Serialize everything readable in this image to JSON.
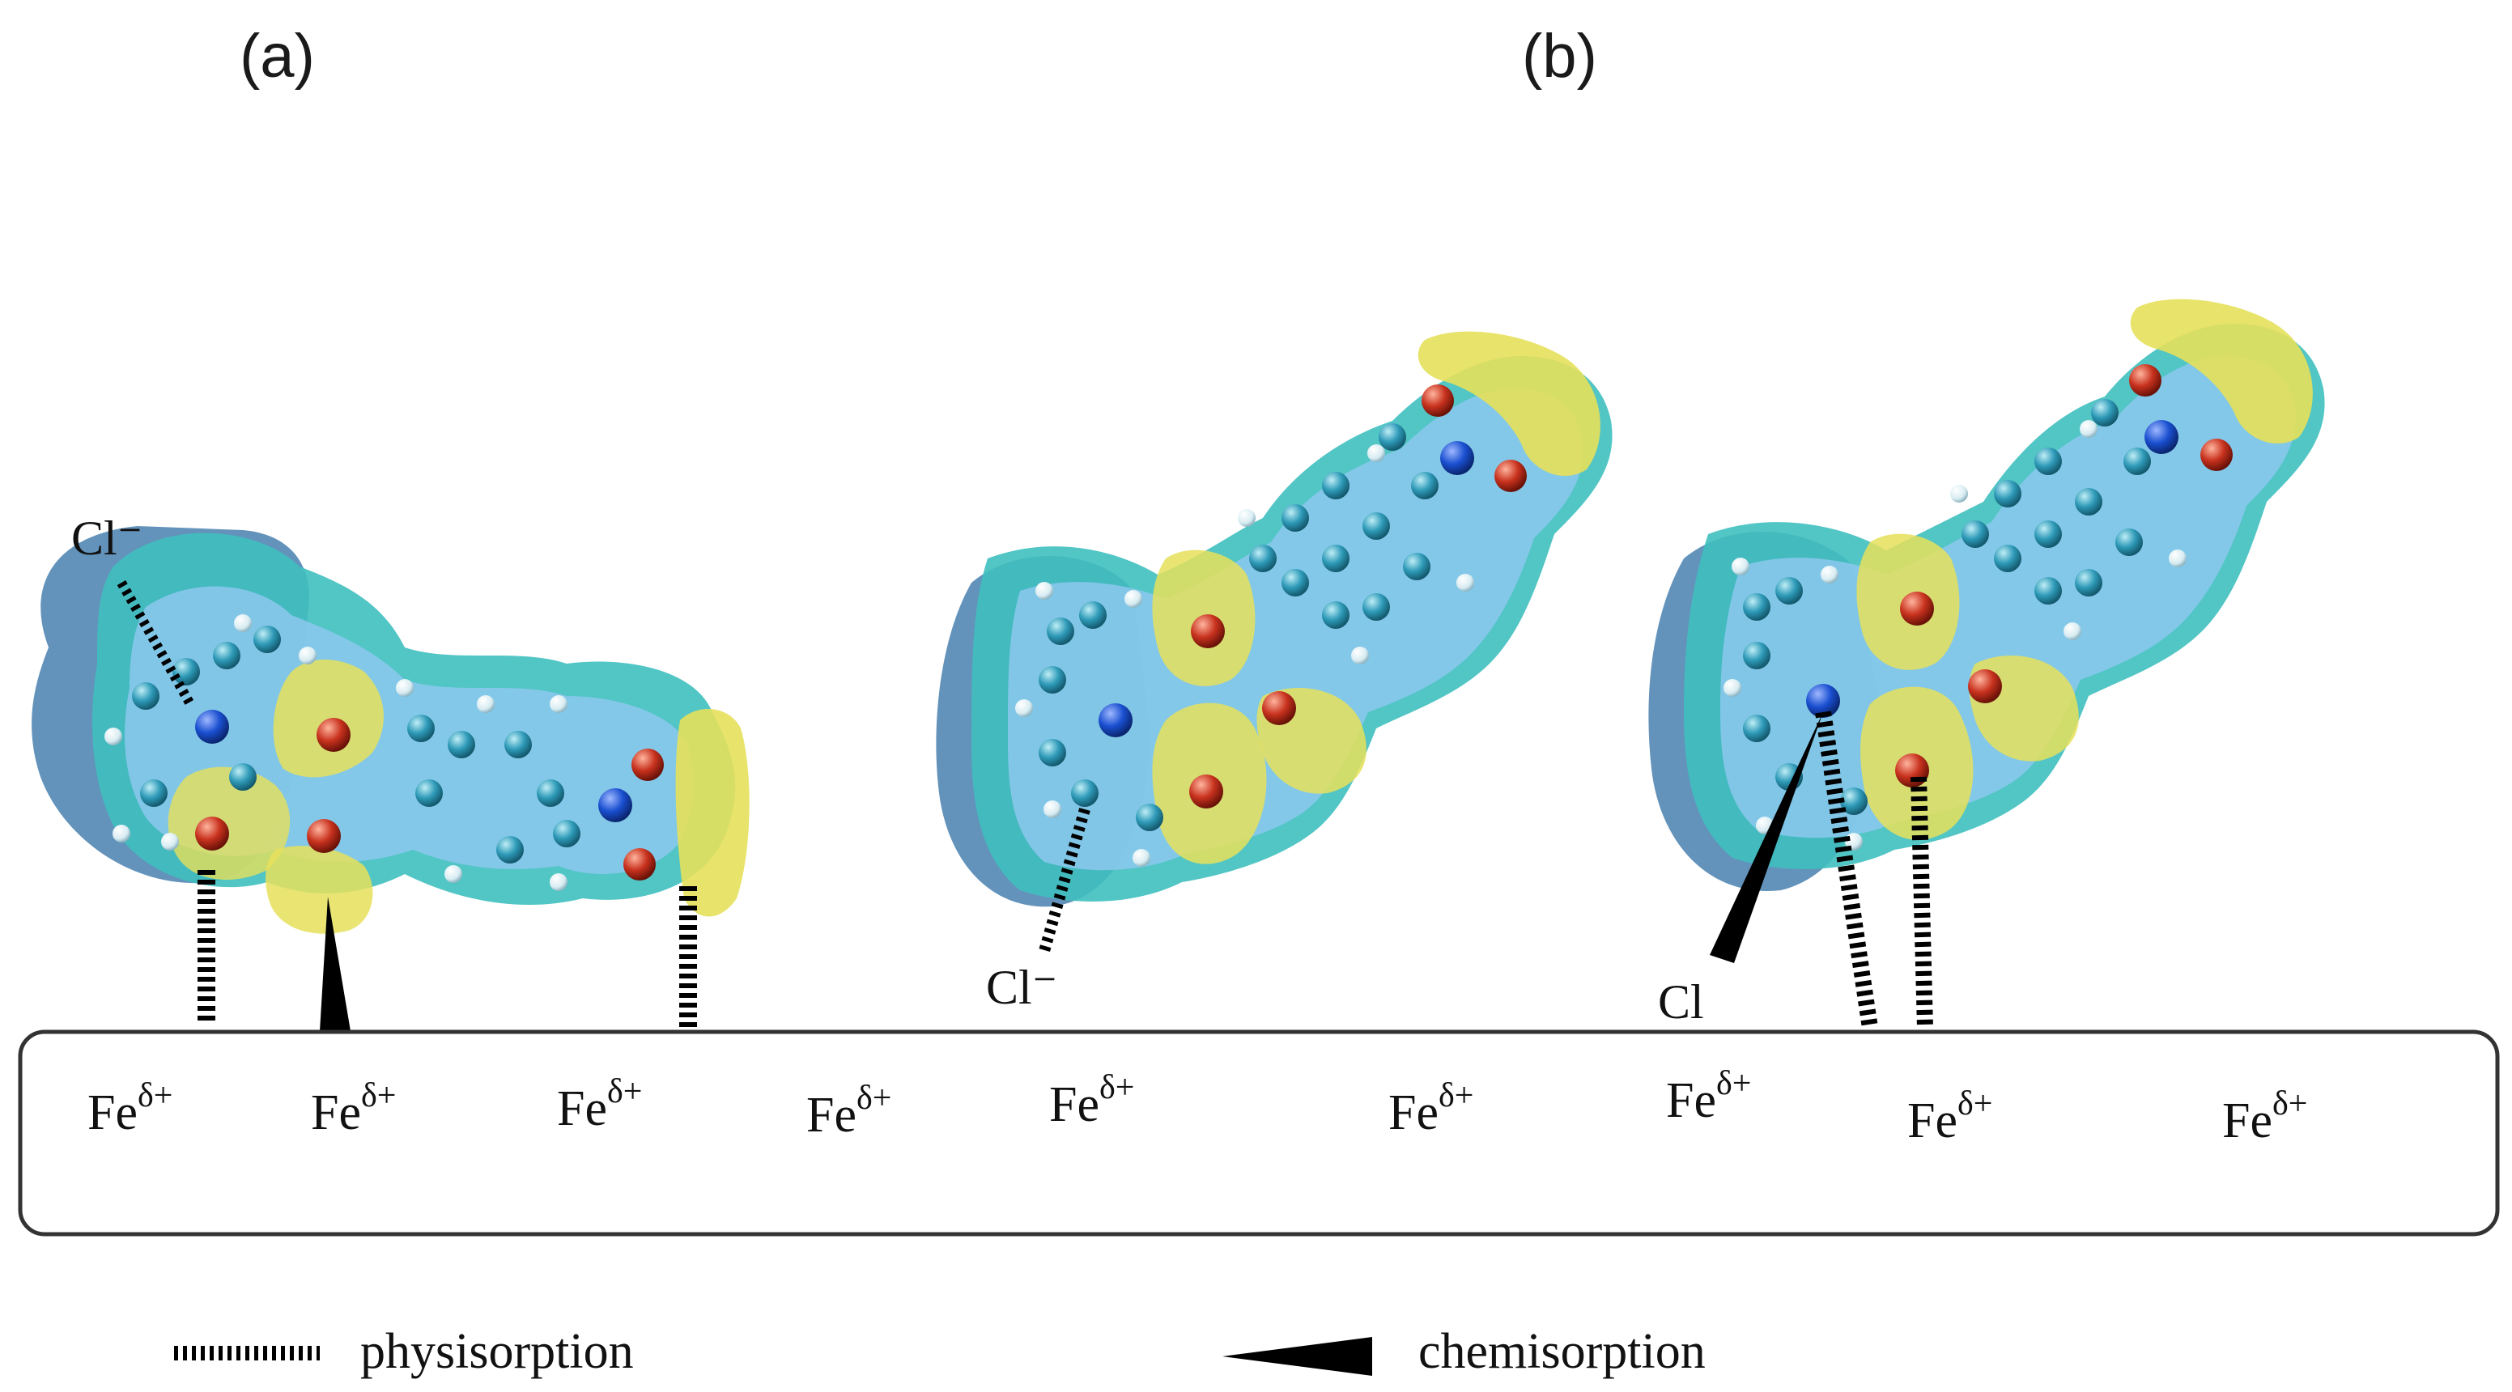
{
  "panels": {
    "a": "(a)",
    "b": "(b)"
  },
  "surface": {
    "atom_label": "Fe",
    "charge_label": "δ+",
    "count": 9
  },
  "ions": {
    "chloride_1": "Cl⁻",
    "chloride_2": "Cl⁻",
    "chloride_3": "Cl"
  },
  "legend": {
    "physisorption": "physisorption",
    "chemisorption": "chemisorption"
  },
  "colors": {
    "surface_outline": "#333333",
    "density_dark": "#5a8fb8",
    "density_teal": "#3fbfbf",
    "density_light": "#8cc8ef",
    "lobe_yellow": "#e6e05a",
    "atom_c": "#2e9ab8",
    "atom_n": "#1a4fd0",
    "atom_o": "#c8321e",
    "atom_h": "#e8f4f8",
    "bond_mark": "#000000"
  }
}
